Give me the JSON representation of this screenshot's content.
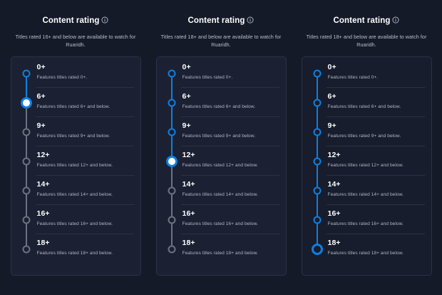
{
  "page": {
    "background_color": "#151a29",
    "accent_color": "#0f7fe0",
    "card_background": "#1b2133",
    "border_color": "#2b3247",
    "muted_text_color": "#aeb5c4"
  },
  "info_icon_name": "info-icon",
  "panels": [
    {
      "title": "Content rating",
      "info_icon": "info-icon",
      "subtitle": "Titles rated 16+ and below are available to watch for Ruaridh.",
      "selected": "6+",
      "selected_index": 1,
      "card_variant": "bordered",
      "options": [
        {
          "label": "0+",
          "description": "Features titles rated 0+.",
          "state": "done"
        },
        {
          "label": "6+",
          "description": "Features titles rated 6+ and below.",
          "state": "active"
        },
        {
          "label": "9+",
          "description": "Features titles rated 9+ and below.",
          "state": "idle"
        },
        {
          "label": "12+",
          "description": "Features titles rated 12+ and below.",
          "state": "idle"
        },
        {
          "label": "14+",
          "description": "Features titles rated 14+ and below.",
          "state": "idle"
        },
        {
          "label": "16+",
          "description": "Features titles rated 16+ and below.",
          "state": "idle"
        },
        {
          "label": "18+",
          "description": "Features titles rated 18+ and below.",
          "state": "idle"
        }
      ]
    },
    {
      "title": "Content rating",
      "info_icon": "info-icon",
      "subtitle": "Titles rated 18+ and below are available to watch for Ruaridh.",
      "selected": "12+",
      "selected_index": 3,
      "card_variant": "bordered",
      "options": [
        {
          "label": "0+",
          "description": "Features titles rated 0+.",
          "state": "done"
        },
        {
          "label": "6+",
          "description": "Features titles rated 6+ and below.",
          "state": "done"
        },
        {
          "label": "9+",
          "description": "Features titles rated 9+ and below.",
          "state": "done"
        },
        {
          "label": "12+",
          "description": "Features titles rated 12+ and below.",
          "state": "active"
        },
        {
          "label": "14+",
          "description": "Features titles rated 14+ and below.",
          "state": "idle"
        },
        {
          "label": "16+",
          "description": "Features titles rated 16+ and below.",
          "state": "idle"
        },
        {
          "label": "18+",
          "description": "Features titles rated 18+ and below.",
          "state": "idle"
        }
      ]
    },
    {
      "title": "Content rating",
      "info_icon": "info-icon",
      "subtitle": "Titles rated 18+ and below are available to watch for Ruaridh.",
      "selected": "18+",
      "selected_index": 6,
      "card_variant": "flat",
      "options": [
        {
          "label": "0+",
          "description": "Features titles rated 0+.",
          "state": "done"
        },
        {
          "label": "6+",
          "description": "Features titles rated 6+ and below.",
          "state": "done"
        },
        {
          "label": "9+",
          "description": "Features titles rated 9+ and below.",
          "state": "done"
        },
        {
          "label": "12+",
          "description": "Features titles rated 12+ and below.",
          "state": "done"
        },
        {
          "label": "14+",
          "description": "Features titles rated 14+ and below.",
          "state": "done"
        },
        {
          "label": "16+",
          "description": "Features titles rated 16+ and below.",
          "state": "done"
        },
        {
          "label": "18+",
          "description": "Features titles rated 18+ and below.",
          "state": "active"
        }
      ]
    }
  ]
}
